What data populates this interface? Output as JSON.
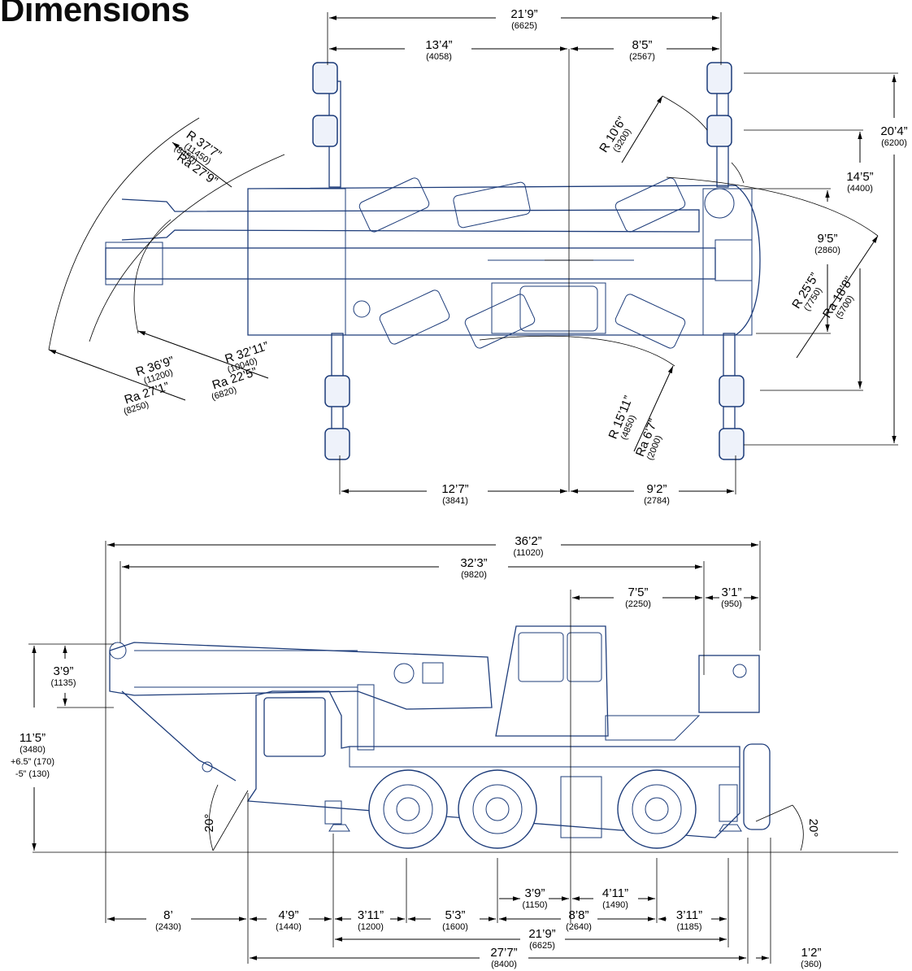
{
  "title": "Dimensions",
  "colors": {
    "line": "#1d3c7a",
    "dimension": "#000000"
  },
  "top_view": {
    "width_overall": {
      "imp": "21’9”",
      "mm": "(6625)"
    },
    "front_to_center": {
      "imp": "13’4”",
      "mm": "(4058)"
    },
    "center_to_rear": {
      "imp": "8’5”",
      "mm": "(2567)"
    },
    "rear_outrigger_spread": {
      "imp": "12’7”",
      "mm": "(3841)"
    },
    "center_to_front_outrigger": {
      "imp": "9’2”",
      "mm": "(2784)"
    },
    "outrigger_span_full": {
      "imp": "20’4”",
      "mm": "(6200)"
    },
    "outrigger_span_mid": {
      "imp": "14’5”",
      "mm": "(4400)"
    },
    "width_retracted": {
      "imp": "9’5”",
      "mm": "(2860)"
    },
    "radius_37": {
      "imp": "R 37’7”",
      "mm": "(11450)"
    },
    "radius_a27_9": {
      "imp": "Ra 27’9”",
      "mm": "(8450)"
    },
    "radius_36": {
      "imp": "R 36’9”",
      "mm": "(11200)"
    },
    "radius_a27_1": {
      "imp": "Ra 27’1”",
      "mm": "(8250)"
    },
    "radius_32": {
      "imp": "R 32’11”",
      "mm": "(10040)"
    },
    "radius_a22": {
      "imp": "Ra 22’5”",
      "mm": "(6820)"
    },
    "radius_10": {
      "imp": "R 10’6”",
      "mm": "(3200)"
    },
    "radius_25": {
      "imp": "R 25’5”",
      "mm": "(7750)"
    },
    "radius_a18": {
      "imp": "Ra 18’8”",
      "mm": "(5700)"
    },
    "radius_15": {
      "imp": "R 15’11”",
      "mm": "(4850)"
    },
    "radius_a6": {
      "imp": "Ra 6’7”",
      "mm": "(2000)"
    }
  },
  "side_view": {
    "length_overall": {
      "imp": "36’2”",
      "mm": "(11020)"
    },
    "boom_length": {
      "imp": "32’3”",
      "mm": "(9820)"
    },
    "turret_to_rear": {
      "imp": "7’5”",
      "mm": "(2250)"
    },
    "rear_overhang_top": {
      "imp": "3’1”",
      "mm": "(950)"
    },
    "boom_head_height": {
      "imp": "3’9”",
      "mm": "(1135)"
    },
    "overall_height": {
      "imp": "11’5”",
      "mm": "(3480)",
      "plus": "+6.5” (170)",
      "minus": "-5” (130)"
    },
    "approach_angle": "20°",
    "departure_angle": "20°",
    "front_overhang": {
      "imp": "8’",
      "mm": "(2430)"
    },
    "front_to_outrigger": {
      "imp": "4’9”",
      "mm": "(1440)"
    },
    "outrigger_to_axle1": {
      "imp": "3’11”",
      "mm": "(1200)"
    },
    "axle1_to_axle2": {
      "imp": "5’3”",
      "mm": "(1600)"
    },
    "axle2_to_center": {
      "imp": "3’9”",
      "mm": "(1150)"
    },
    "center_to_axle3": {
      "imp": "4’11”",
      "mm": "(1490)"
    },
    "axle_span": {
      "imp": "8’8”",
      "mm": "(2640)"
    },
    "axle3_to_rear_outrigger": {
      "imp": "3’11”",
      "mm": "(1185)"
    },
    "outrigger_base": {
      "imp": "21’9”",
      "mm": "(6625)"
    },
    "carrier_length": {
      "imp": "27’7”",
      "mm": "(8400)"
    },
    "rear_overhang_bottom": {
      "imp": "1’2”",
      "mm": "(360)"
    }
  }
}
